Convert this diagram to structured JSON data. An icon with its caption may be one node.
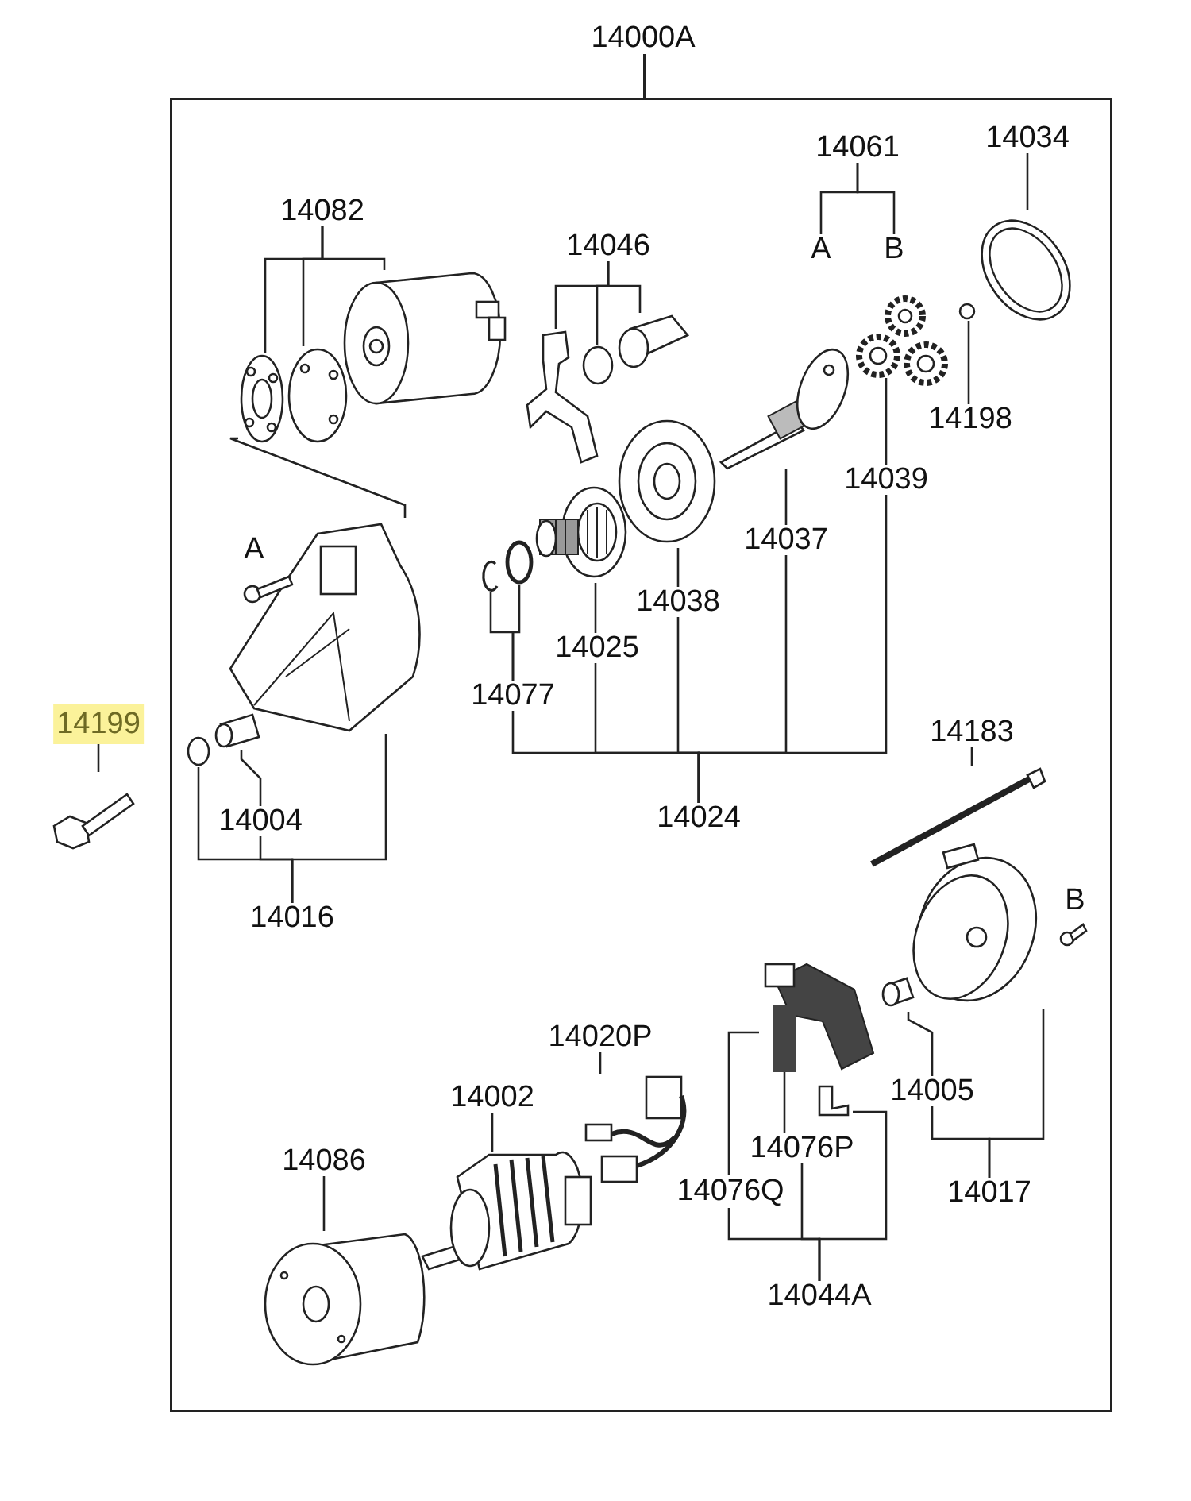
{
  "diagram": {
    "nodes": [
      {
        "text": [
          "14000A"
        ]
      },
      {
        "text": [
          "14082"
        ],
        "in": 0
      },
      {
        "text": [],
        "shape": "picture",
        "in": 0
      },
      {
        "text": [],
        "shape": "picture",
        "in": 0
      },
      {
        "text": [],
        "shape": "picture",
        "in": 0
      },
      {
        "text": [
          "14046"
        ],
        "in": 0
      },
      {
        "text": [],
        "shape": "picture",
        "in": 0
      },
      {
        "text": [],
        "shape": "circle",
        "in": 0
      },
      {
        "text": [],
        "shape": "picture",
        "in": 0
      },
      {
        "text": [
          "14061"
        ],
        "in": 0
      },
      {
        "text": [
          "A"
        ],
        "in": 0
      },
      {
        "text": [
          "B"
        ],
        "in": 0
      },
      {
        "text": [
          "14034"
        ],
        "in": 0
      },
      {
        "text": [],
        "shape": "picture",
        "in": 0
      },
      {
        "text": [],
        "shape": "circle",
        "in": 0
      },
      {
        "text": [
          "14198"
        ],
        "in": 0
      },
      {
        "text": [],
        "shape": "picture",
        "in": 0
      },
      {
        "text": [
          "14039"
        ],
        "in": 0
      },
      {
        "text": [],
        "shape": "picture",
        "in": 0
      },
      {
        "text": [
          "14037"
        ],
        "in": 0
      },
      {
        "text": [],
        "shape": "picture",
        "in": 0
      },
      {
        "text": [
          "14038"
        ],
        "in": 0
      },
      {
        "text": [],
        "shape": "picture",
        "in": 0
      },
      {
        "text": [
          "14025"
        ],
        "in": 0
      },
      {
        "text": [],
        "shape": "picture",
        "in": 0
      },
      {
        "text": [],
        "shape": "circle",
        "in": 0
      },
      {
        "text": [
          "14077"
        ],
        "in": 0
      },
      {
        "text": [
          "14024"
        ],
        "in": 0
      },
      {
        "text": [],
        "shape": "picture",
        "in": 0
      },
      {
        "text": [],
        "shape": "circle",
        "in": 0
      },
      {
        "text": [],
        "shape": "picture",
        "in": 0
      },
      {
        "text": [
          "14004"
        ],
        "in": 0
      },
      {
        "text": [
          "14016"
        ],
        "in": 0
      },
      {
        "text": [
          "14199"
        ]
      },
      {
        "text": [],
        "shape": "picture"
      },
      {
        "text": [
          "14183"
        ],
        "in": 0
      },
      {
        "text": [],
        "shape": "picture",
        "in": 0
      },
      {
        "text": [],
        "shape": "picture",
        "in": 0
      },
      {
        "text": [],
        "shape": "picture",
        "in": 0
      },
      {
        "text": [
          "14005"
        ],
        "in": 0
      },
      {
        "text": [
          "14017"
        ],
        "in": 0
      },
      {
        "text": [
          "14020P"
        ],
        "in": 0
      },
      {
        "text": [],
        "shape": "picture",
        "in": 0
      },
      {
        "text": [
          "14002"
        ],
        "in": 0
      },
      {
        "text": [],
        "shape": "picture",
        "in": 0
      },
      {
        "text": [
          "14086"
        ],
        "in": 0
      },
      {
        "text": [],
        "shape": "picture",
        "in": 0
      },
      {
        "text": [],
        "shape": "picture",
        "in": 0
      },
      {
        "text": [],
        "shape": "picture",
        "in": 0
      },
      {
        "text": [
          "14076P"
        ],
        "in": 0
      },
      {
        "text": [
          "14044A"
        ],
        "in": 0
      }
    ],
    "edges": [
      {
        "from": 1,
        "to": 2,
        "arrow": "none"
      },
      {
        "from": 1,
        "to": 3,
        "arrow": "none"
      },
      {
        "from": 1,
        "to": 4,
        "arrow": "none"
      },
      {
        "from": 2,
        "to": 28,
        "arrow": "none"
      },
      {
        "from": 5,
        "to": 6,
        "arrow": "none"
      },
      {
        "from": 5,
        "to": 7,
        "arrow": "none"
      },
      {
        "from": 5,
        "to": 8,
        "arrow": "none"
      },
      {
        "from": 9,
        "to": 10,
        "arrow": "none"
      },
      {
        "from": 9,
        "to": 11,
        "arrow": "none"
      },
      {
        "from": 12,
        "to": 13,
        "arrow": "none"
      },
      {
        "from": 15,
        "to": 14,
        "arrow": "none"
      },
      {
        "from": 17,
        "to": 16,
        "arrow": "none"
      },
      {
        "from": 19,
        "to": 18,
        "arrow": "none"
      },
      {
        "from": 21,
        "to": 20,
        "arrow": "none"
      },
      {
        "from": 23,
        "to": 22,
        "arrow": "none"
      },
      {
        "from": 26,
        "to": 24,
        "arrow": "none"
      },
      {
        "from": 26,
        "to": 25,
        "arrow": "none"
      },
      {
        "from": 27,
        "to": 26,
        "arrow": "none"
      },
      {
        "from": 27,
        "to": 23,
        "arrow": "none"
      },
      {
        "from": 27,
        "to": 21,
        "arrow": "none"
      },
      {
        "from": 27,
        "to": 19,
        "arrow": "none"
      },
      {
        "from": 27,
        "to": 17,
        "arrow": "none"
      },
      {
        "from": 31,
        "to": 30,
        "arrow": "none"
      },
      {
        "from": 32,
        "to": 29,
        "arrow": "none"
      },
      {
        "from": 32,
        "to": 31,
        "arrow": "none"
      },
      {
        "from": 32,
        "to": 28,
        "arrow": "none"
      },
      {
        "from": 33,
        "to": 34,
        "arrow": "none"
      },
      {
        "from": 35,
        "to": 36,
        "arrow": "none"
      },
      {
        "from": 39,
        "to": 38,
        "arrow": "none"
      },
      {
        "from": 40,
        "to": 39,
        "arrow": "none"
      },
      {
        "from": 40,
        "to": 37,
        "arrow": "none"
      },
      {
        "from": 41,
        "to": 42,
        "arrow": "none"
      },
      {
        "from": 43,
        "to": 44,
        "arrow": "none"
      },
      {
        "from": 45,
        "to": 46,
        "arrow": "none"
      },
      {
        "from": 49,
        "to": 47,
        "arrow": "none"
      },
      {
        "from": 50,
        "to": 47,
        "arrow": "none"
      },
      {
        "from": 50,
        "to": 49,
        "arrow": "none"
      },
      {
        "from": 50,
        "to": 48,
        "arrow": "none"
      }
    ],
    "labels": [
      "A",
      "B",
      "14076Q"
    ]
  }
}
